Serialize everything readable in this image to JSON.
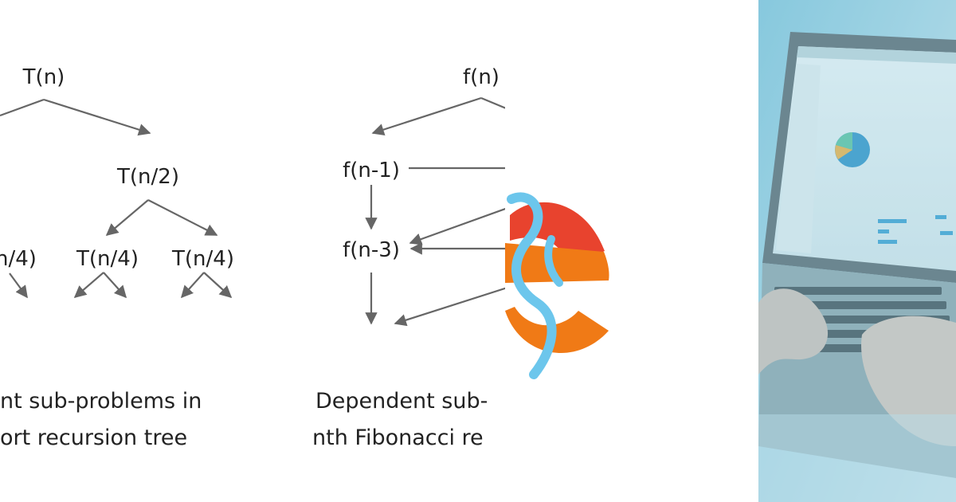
{
  "diagram": {
    "left_tree": {
      "nodes": {
        "root": "T(n)",
        "right_child": "T(n/2)",
        "leaf_a": "n/4)",
        "leaf_b": "T(n/4)",
        "leaf_c": "T(n/4)"
      },
      "caption_line1": "nt sub-problems in",
      "caption_line2": "ort recursion tree"
    },
    "right_tree": {
      "nodes": {
        "root": "f(n)",
        "n1": "f(n-1)",
        "n3": "f(n-3)"
      },
      "caption_line1": "Dependent sub-",
      "caption_line2": "nth Fibonacci re"
    }
  },
  "logo": {
    "name": "brand-logo",
    "colors": {
      "red": "#e8432e",
      "orange": "#f07a16",
      "blue": "#6cc6ec"
    }
  },
  "photo": {
    "name": "laptop-photo",
    "tint": "#9fd2e3"
  }
}
